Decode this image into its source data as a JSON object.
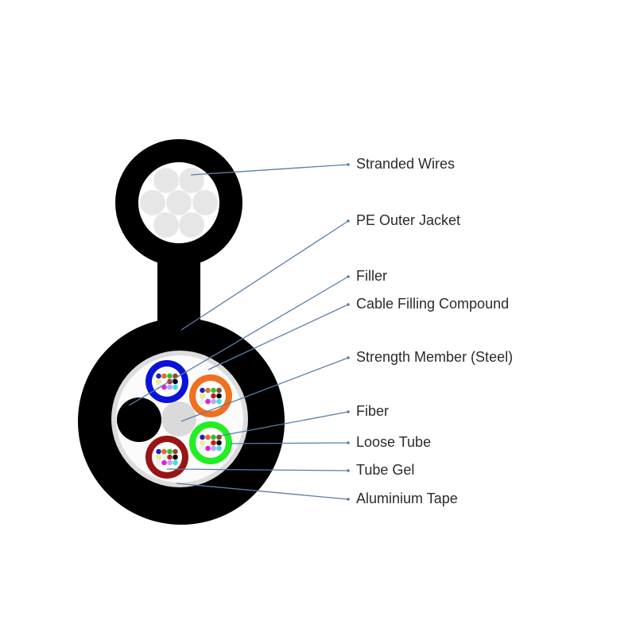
{
  "labels": [
    {
      "id": "stranded-wires",
      "text": "Stranded Wires"
    },
    {
      "id": "pe-outer-jacket",
      "text": "PE Outer Jacket"
    },
    {
      "id": "filler",
      "text": "Filler"
    },
    {
      "id": "cable-filling-compound",
      "text": "Cable Filling Compound"
    },
    {
      "id": "strength-member",
      "text": "Strength  Member (Steel)"
    },
    {
      "id": "fiber",
      "text": "Fiber"
    },
    {
      "id": "loose-tube",
      "text": "Loose  Tube"
    },
    {
      "id": "tube-gel",
      "text": "Tube Gel"
    },
    {
      "id": "aluminium-tape",
      "text": "Aluminium Tape"
    }
  ],
  "colors": {
    "jacket": "#000000",
    "leader": "#5a7ea6",
    "tubes": [
      "#0a14d8",
      "#f07020",
      "#22ee22",
      "#9a1414"
    ],
    "fibers": [
      "#2020c0",
      "#e07020",
      "#30c030",
      "#8a4a2a",
      "#f0f080",
      "#ffffff",
      "#c02020",
      "#000000",
      "#f0f0f0",
      "#e020e0",
      "#c0a0ff",
      "#40e0e0"
    ]
  }
}
